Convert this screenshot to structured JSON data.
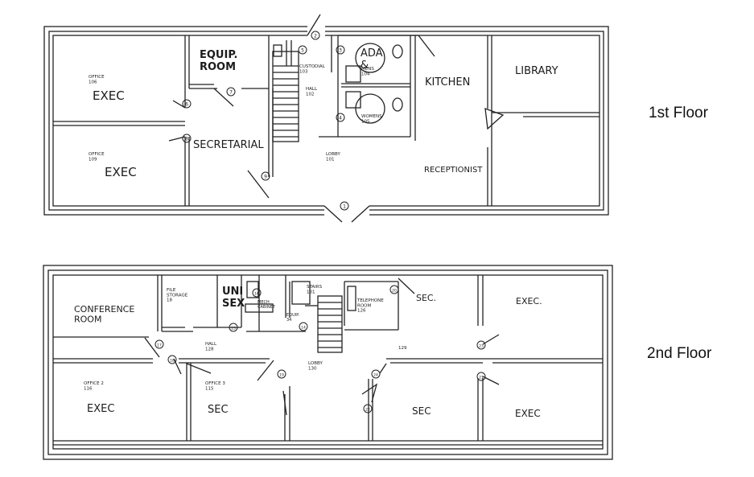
{
  "floors": [
    {
      "label": "1st Floor",
      "rooms": [
        {
          "id": "office_106",
          "number": "OFFICE\n106",
          "use": "EXEC"
        },
        {
          "id": "office_109",
          "number": "OFFICE\n109",
          "use": "EXEC"
        },
        {
          "id": "equip_room",
          "number": "",
          "use": "EQUIP.\nROOM"
        },
        {
          "id": "secretarial",
          "number": "",
          "use": "SECRETARIAL"
        },
        {
          "id": "custodial",
          "number": "CUSTODIAL\n103",
          "use": ""
        },
        {
          "id": "hall_102",
          "number": "HALL\n102",
          "use": ""
        },
        {
          "id": "ada_mens",
          "number": "MENS\n104",
          "use": "ADA\n&"
        },
        {
          "id": "womens",
          "number": "WOMENS\n105",
          "use": ""
        },
        {
          "id": "lobby_101",
          "number": "LOBBY\n101",
          "use": ""
        },
        {
          "id": "kitchen",
          "number": "",
          "use": "KITCHEN"
        },
        {
          "id": "library",
          "number": "",
          "use": "LIBRARY"
        },
        {
          "id": "receptionist",
          "number": "",
          "use": "RECEPTIONIST"
        }
      ],
      "door_markers": [
        "1",
        "2",
        "3",
        "4",
        "5",
        "6",
        "7",
        "8",
        "9"
      ]
    },
    {
      "label": "2nd Floor",
      "rooms": [
        {
          "id": "conference",
          "number": "",
          "use": "CONFERENCE\nROOM"
        },
        {
          "id": "file_storage",
          "number": "FILE\nSTORAGE\n18",
          "use": ""
        },
        {
          "id": "unisex",
          "number": "",
          "use": "UNI\nSEX"
        },
        {
          "id": "mech_cabinet",
          "number": "MECH\nCABINET",
          "use": ""
        },
        {
          "id": "stairs",
          "number": "STAIRS\n131",
          "use": ""
        },
        {
          "id": "equip_2",
          "number": "EQUIP.\n34",
          "use": ""
        },
        {
          "id": "telephone",
          "number": "TELEPHONE\nROOM\n126",
          "use": ""
        },
        {
          "id": "sec_ne",
          "number": "",
          "use": "SEC."
        },
        {
          "id": "exec_ne",
          "number": "",
          "use": "EXEC."
        },
        {
          "id": "hall_128",
          "number": "HALL\n128",
          "use": ""
        },
        {
          "id": "lobby_130",
          "number": "LOBBY\n130",
          "use": ""
        },
        {
          "id": "room_129",
          "number": "129",
          "use": ""
        },
        {
          "id": "office_2",
          "number": "OFFICE 2\n116",
          "use": "EXEC"
        },
        {
          "id": "office_3",
          "number": "OFFICE 3\n115",
          "use": "SEC"
        },
        {
          "id": "sec_se",
          "number": "",
          "use": "SEC"
        },
        {
          "id": "exec_se",
          "number": "",
          "use": "EXEC"
        }
      ],
      "door_markers": [
        "14",
        "15",
        "16",
        "17",
        "18",
        "19",
        "20",
        "21",
        "22",
        "23",
        "24"
      ]
    }
  ]
}
